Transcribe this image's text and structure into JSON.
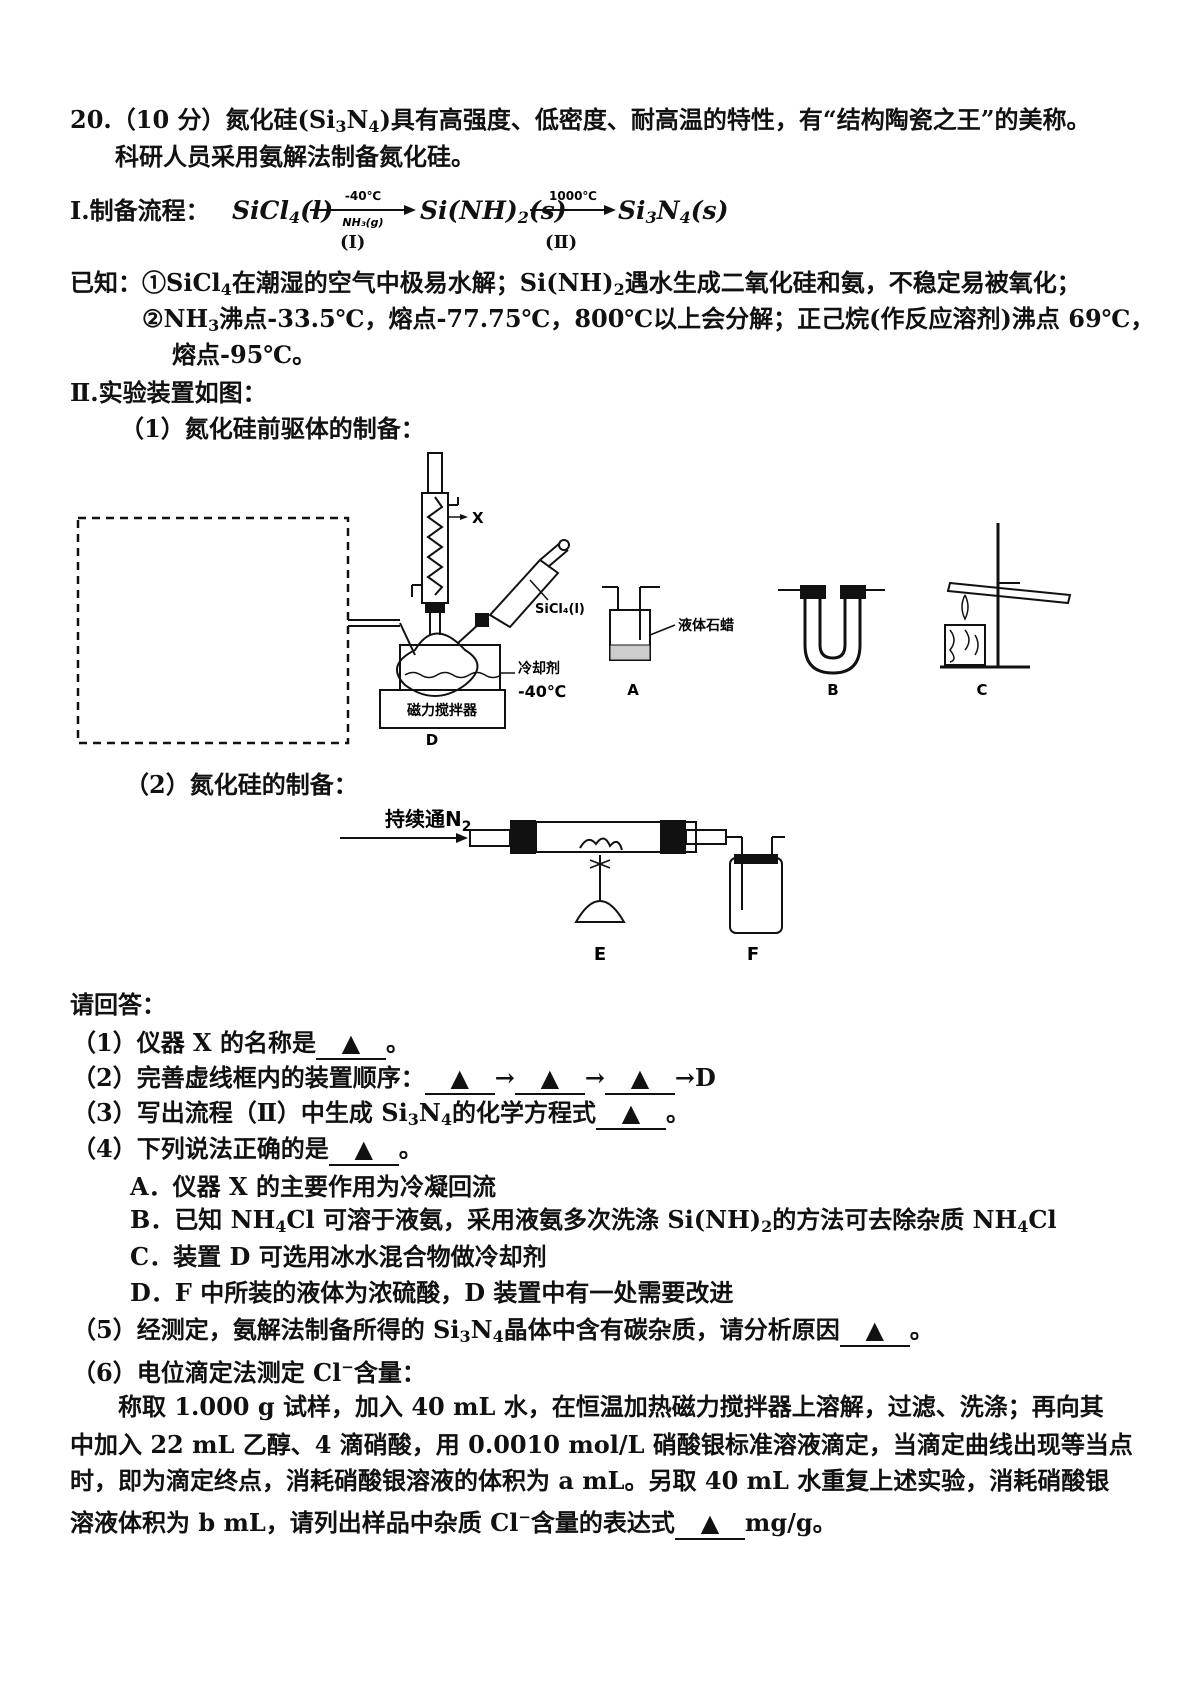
{
  "header": {
    "qnum": "20.",
    "score": "（10 分）",
    "line1a": "氮化硅(Si",
    "line1_sub1": "3",
    "line1b": "N",
    "line1_sub2": "4",
    "line1c": ")具有高强度、低密度、耐高温的特性，有“结构陶瓷之王”的美称。",
    "line2": "科研人员采用氨解法制备氮化硅。"
  },
  "flow": {
    "label": "Ⅰ.制备流程：",
    "reactant": "SiCl",
    "reactant_sub": "4",
    "reactant_state": "(l)",
    "arrow1_top": "-40℃",
    "arrow1_bottom": "NH₃(g)",
    "arrow1_step": "(Ⅰ)",
    "mid": "Si(NH)",
    "mid_sub": "2",
    "mid_state": "(s)",
    "arrow2_top": "1000℃",
    "arrow2_step": "(Ⅱ)",
    "product": "Si",
    "product_sub1": "3",
    "product_n": "N",
    "product_sub2": "4",
    "product_state": "(s)"
  },
  "known": {
    "label": "已知：",
    "item1a": "①SiCl",
    "item1_sub": "4",
    "item1b": "在潮湿的空气中极易水解；Si(NH)",
    "item1_sub2": "2",
    "item1c": "遇水生成二氧化硅和氨，不稳定易被氧化；",
    "item2a": "②NH",
    "item2_sub": "3",
    "item2b": "沸点-33.5℃，熔点-77.75℃，800℃以上会分解；正己烷(作反应溶剂)沸点 69℃，",
    "item2c": "熔点-95℃。"
  },
  "apparatus": {
    "title": "Ⅱ.实验装置如图：",
    "part1": "（1）氮化硅前驱体的制备：",
    "part2": "（2）氮化硅的制备：",
    "x_label": "X",
    "sicl4_label": "SiCl₄(l)",
    "coolant": "冷却剂",
    "coolant_temp": "-40℃",
    "stirrer": "磁力搅拌器",
    "label_d": "D",
    "label_a": "A",
    "paraffin": "液体石蜡",
    "label_b": "B",
    "label_c": "C",
    "n2_label": "持续通N",
    "n2_sub": "2",
    "label_e": "E",
    "label_f": "F"
  },
  "answers": {
    "prompt": "请回答：",
    "q1a": "（1）仪器 X 的名称是",
    "q1b": "。",
    "q2a": "（2）完善虚线框内的装置顺序：",
    "q2_arrow": "→",
    "q2_end": "→D",
    "q3a": "（3）写出流程（Ⅱ）中生成 Si",
    "q3_sub1": "3",
    "q3b": "N",
    "q3_sub2": "4",
    "q3c": "的化学方程式",
    "q3d": "。",
    "q4a": "（4）下列说法正确的是",
    "q4b": "。",
    "optA": "A．仪器 X 的主要作用为冷凝回流",
    "optB1": "B．已知 NH",
    "optB_sub": "4",
    "optB2": "Cl 可溶于液氨，采用液氨多次洗涤 Si(NH)",
    "optB_sub2": "2",
    "optB3": "的方法可去除杂质 NH",
    "optB_sub3": "4",
    "optB4": "Cl",
    "optC": "C．装置 D 可选用冰水混合物做冷却剂",
    "optD": "D．F 中所装的液体为浓硫酸，D 装置中有一处需要改进",
    "q5a": "（5）经测定，氨解法制备所得的 Si",
    "q5_sub1": "3",
    "q5b": "N",
    "q5_sub2": "4",
    "q5c": "晶体中含有碳杂质，请分析原因",
    "q5d": "。",
    "q6a": "（6）电位滴定法测定 Cl",
    "q6_sup": "−",
    "q6b": "含量：",
    "p1": "称取 1.000 g 试样，加入 40 mL 水，在恒温加热磁力搅拌器上溶解，过滤、洗涤；再向其",
    "p2": "中加入 22 mL 乙醇、4 滴硝酸，用 0.0010 mol/L 硝酸银标准溶液滴定，当滴定曲线出现等当点",
    "p3": "时，即为滴定终点，消耗硝酸银溶液的体积为 a mL。另取 40 mL 水重复上述实验，消耗硝酸银",
    "p4a": "溶液体积为 b mL，请列出样品中杂质 Cl",
    "p4_sup": "−",
    "p4b": "含量的表达式",
    "p4c": "mg/g。",
    "blank_mark": "▲"
  }
}
